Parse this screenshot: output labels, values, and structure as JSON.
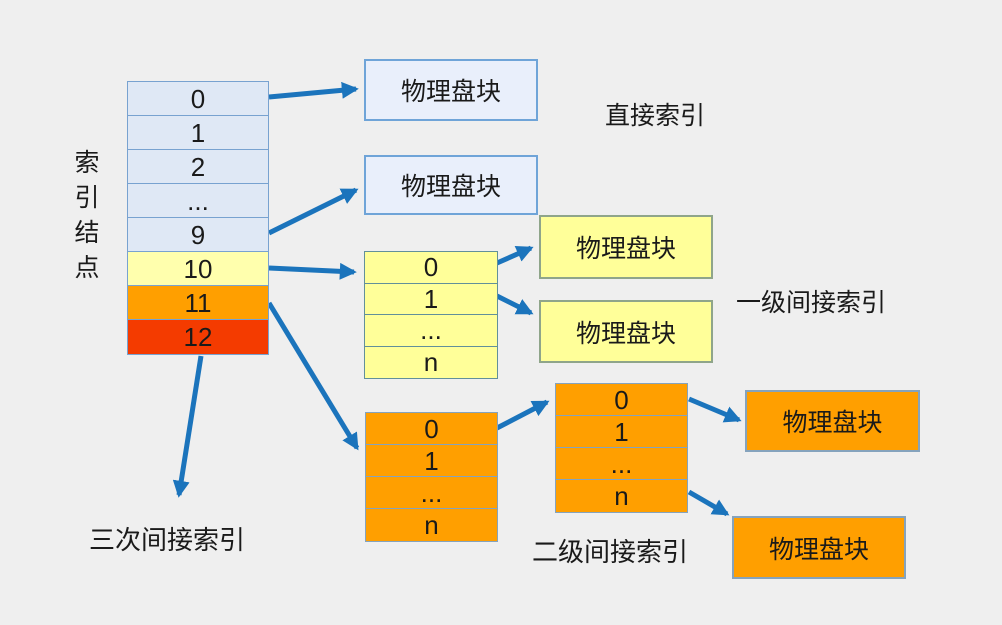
{
  "labels": {
    "inode": "索引结点",
    "direct_index": "直接索引",
    "single_indirect": "一级间接索引",
    "double_indirect": "二级间接索引",
    "triple_indirect": "三次间接索引",
    "physical_block": "物理盘块"
  },
  "inode_table": {
    "rows": [
      "0",
      "1",
      "2",
      "...",
      "9",
      "10",
      "11",
      "12"
    ]
  },
  "single_indirect_table": {
    "rows": [
      "0",
      "1",
      "...",
      "n"
    ]
  },
  "double_indirect_table_level1": {
    "rows": [
      "0",
      "1",
      "...",
      "n"
    ]
  },
  "double_indirect_table_level2": {
    "rows": [
      "0",
      "1",
      "...",
      "n"
    ]
  },
  "colors": {
    "background": "#efefef",
    "direct_row_fill": "#dfe8f5",
    "single_indirect_fill": "#ffff99",
    "single_indirect_inode_fill": "#ffffad",
    "double_indirect_fill": "#ff9f00",
    "triple_indirect_fill": "#f43b00",
    "physical_block_blue_fill": "#e9effb",
    "arrow": "#1b74bc"
  }
}
